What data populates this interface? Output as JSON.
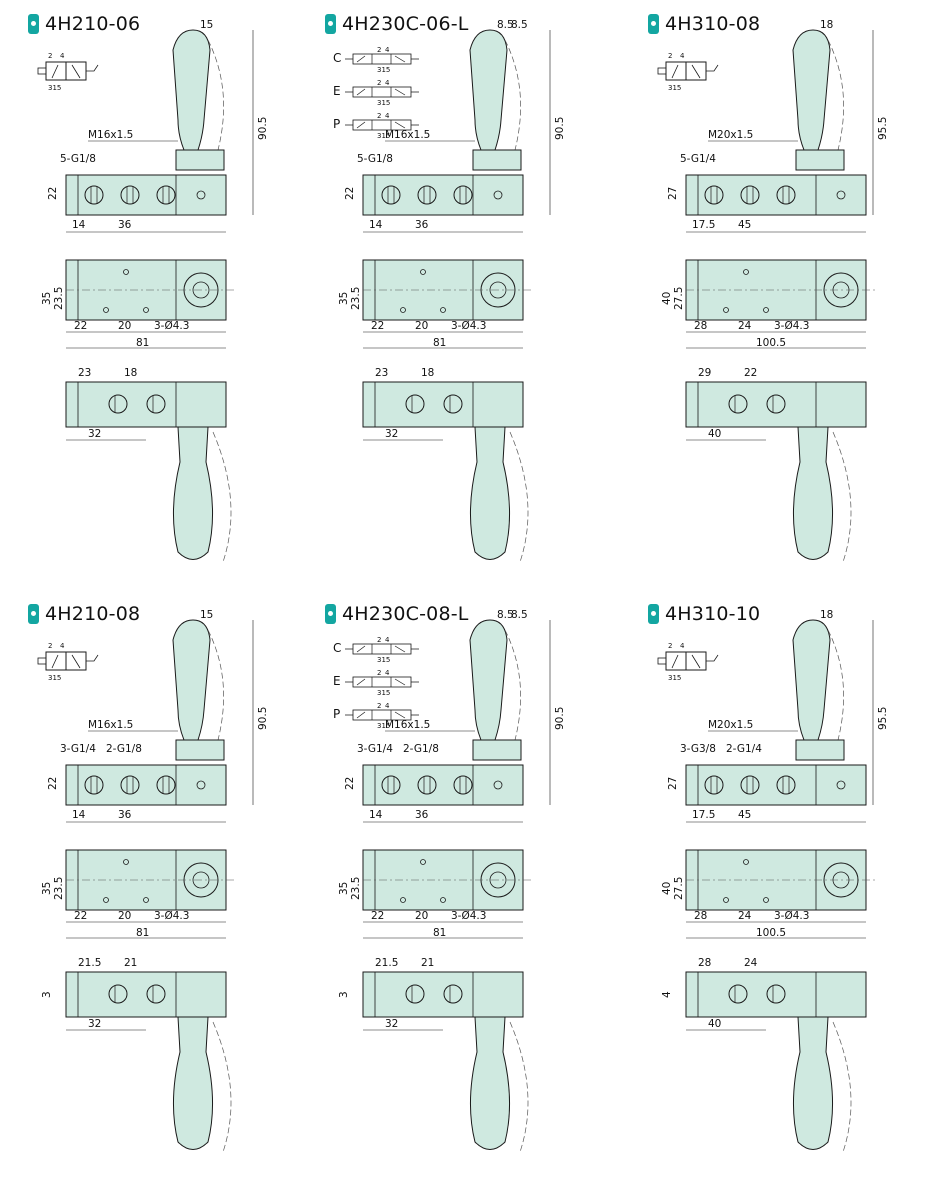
{
  "colors": {
    "body": "#cfe9e0",
    "stroke": "#1a1a1a",
    "badge": "#13a6a1"
  },
  "panels": [
    {
      "id": "p1",
      "title": "4H210-06",
      "type": "A",
      "ports": [
        "2",
        "4",
        "315"
      ],
      "dims": {
        "handle": "15",
        "height": "90.5",
        "thread": "M16x1.5",
        "port": "5-G1/8",
        "port2": "",
        "h": "22",
        "a": "14",
        "b": "36",
        "mid_h": "35",
        "mid_h2": "23.5",
        "m1": "22",
        "m2": "20",
        "hole": "3-Ø4.3",
        "len": "81",
        "bot1": "23",
        "bot2": "18",
        "bot3": "32",
        "side": ""
      }
    },
    {
      "id": "p2",
      "title": "4H230C-06-L",
      "type": "B",
      "ports": [
        "2",
        "4",
        "315"
      ],
      "syms": [
        "C",
        "E",
        "P"
      ],
      "dims": {
        "handle": "8.5",
        "handle2": "8.5",
        "height": "90.5",
        "thread": "M16x1.5",
        "port": "5-G1/8",
        "port2": "",
        "h": "22",
        "a": "14",
        "b": "36",
        "mid_h": "35",
        "mid_h2": "23.5",
        "m1": "22",
        "m2": "20",
        "hole": "3-Ø4.3",
        "len": "81",
        "bot1": "23",
        "bot2": "18",
        "bot3": "32",
        "side": ""
      }
    },
    {
      "id": "p3",
      "title": "4H310-08",
      "type": "A",
      "ports": [
        "2",
        "4",
        "315"
      ],
      "dims": {
        "handle": "18",
        "height": "95.5",
        "thread": "M20x1.5",
        "port": "5-G1/4",
        "port2": "",
        "h": "27",
        "a": "17.5",
        "b": "45",
        "mid_h": "40",
        "mid_h2": "27.5",
        "m1": "28",
        "m2": "24",
        "hole": "3-Ø4.3",
        "len": "100.5",
        "bot1": "29",
        "bot2": "22",
        "bot3": "40",
        "side": ""
      }
    },
    {
      "id": "p4",
      "title": "4H210-08",
      "type": "A",
      "ports": [
        "2",
        "4",
        "315"
      ],
      "dims": {
        "handle": "15",
        "height": "90.5",
        "thread": "M16x1.5",
        "port": "3-G1/4",
        "port2": "2-G1/8",
        "h": "22",
        "a": "14",
        "b": "36",
        "mid_h": "35",
        "mid_h2": "23.5",
        "m1": "22",
        "m2": "20",
        "hole": "3-Ø4.3",
        "len": "81",
        "bot1": "21.5",
        "bot2": "21",
        "bot3": "32",
        "side": "3"
      }
    },
    {
      "id": "p5",
      "title": "4H230C-08-L",
      "type": "B",
      "ports": [
        "2",
        "4",
        "315"
      ],
      "syms": [
        "C",
        "E",
        "P"
      ],
      "dims": {
        "handle": "8.5",
        "handle2": "8.5",
        "height": "90.5",
        "thread": "M16x1.5",
        "port": "3-G1/4",
        "port2": "2-G1/8",
        "h": "22",
        "a": "14",
        "b": "36",
        "mid_h": "35",
        "mid_h2": "23.5",
        "m1": "22",
        "m2": "20",
        "hole": "3-Ø4.3",
        "len": "81",
        "bot1": "21.5",
        "bot2": "21",
        "bot3": "32",
        "side": "3"
      }
    },
    {
      "id": "p6",
      "title": "4H310-10",
      "type": "A",
      "ports": [
        "2",
        "4",
        "315"
      ],
      "dims": {
        "handle": "18",
        "height": "95.5",
        "thread": "M20x1.5",
        "port": "3-G3/8",
        "port2": "2-G1/4",
        "h": "27",
        "a": "17.5",
        "b": "45",
        "mid_h": "40",
        "mid_h2": "27.5",
        "m1": "28",
        "m2": "24",
        "hole": "3-Ø4.3",
        "len": "100.5",
        "bot1": "28",
        "bot2": "24",
        "bot3": "40",
        "side": "4"
      }
    }
  ]
}
